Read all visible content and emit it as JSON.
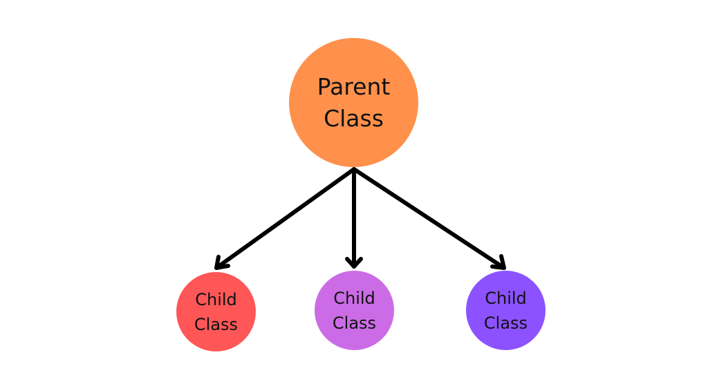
{
  "diagram": {
    "parent": {
      "line1": "Parent",
      "line2": "Class",
      "color": "#FF914D"
    },
    "children": [
      {
        "line1": "Child",
        "line2": "Class",
        "color": "#FF5757"
      },
      {
        "line1": "Child",
        "line2": "Class",
        "color": "#CB6CE6"
      },
      {
        "line1": "Child",
        "line2": "Class",
        "color": "#8C52FF"
      }
    ],
    "arrow_color": "#000000"
  }
}
